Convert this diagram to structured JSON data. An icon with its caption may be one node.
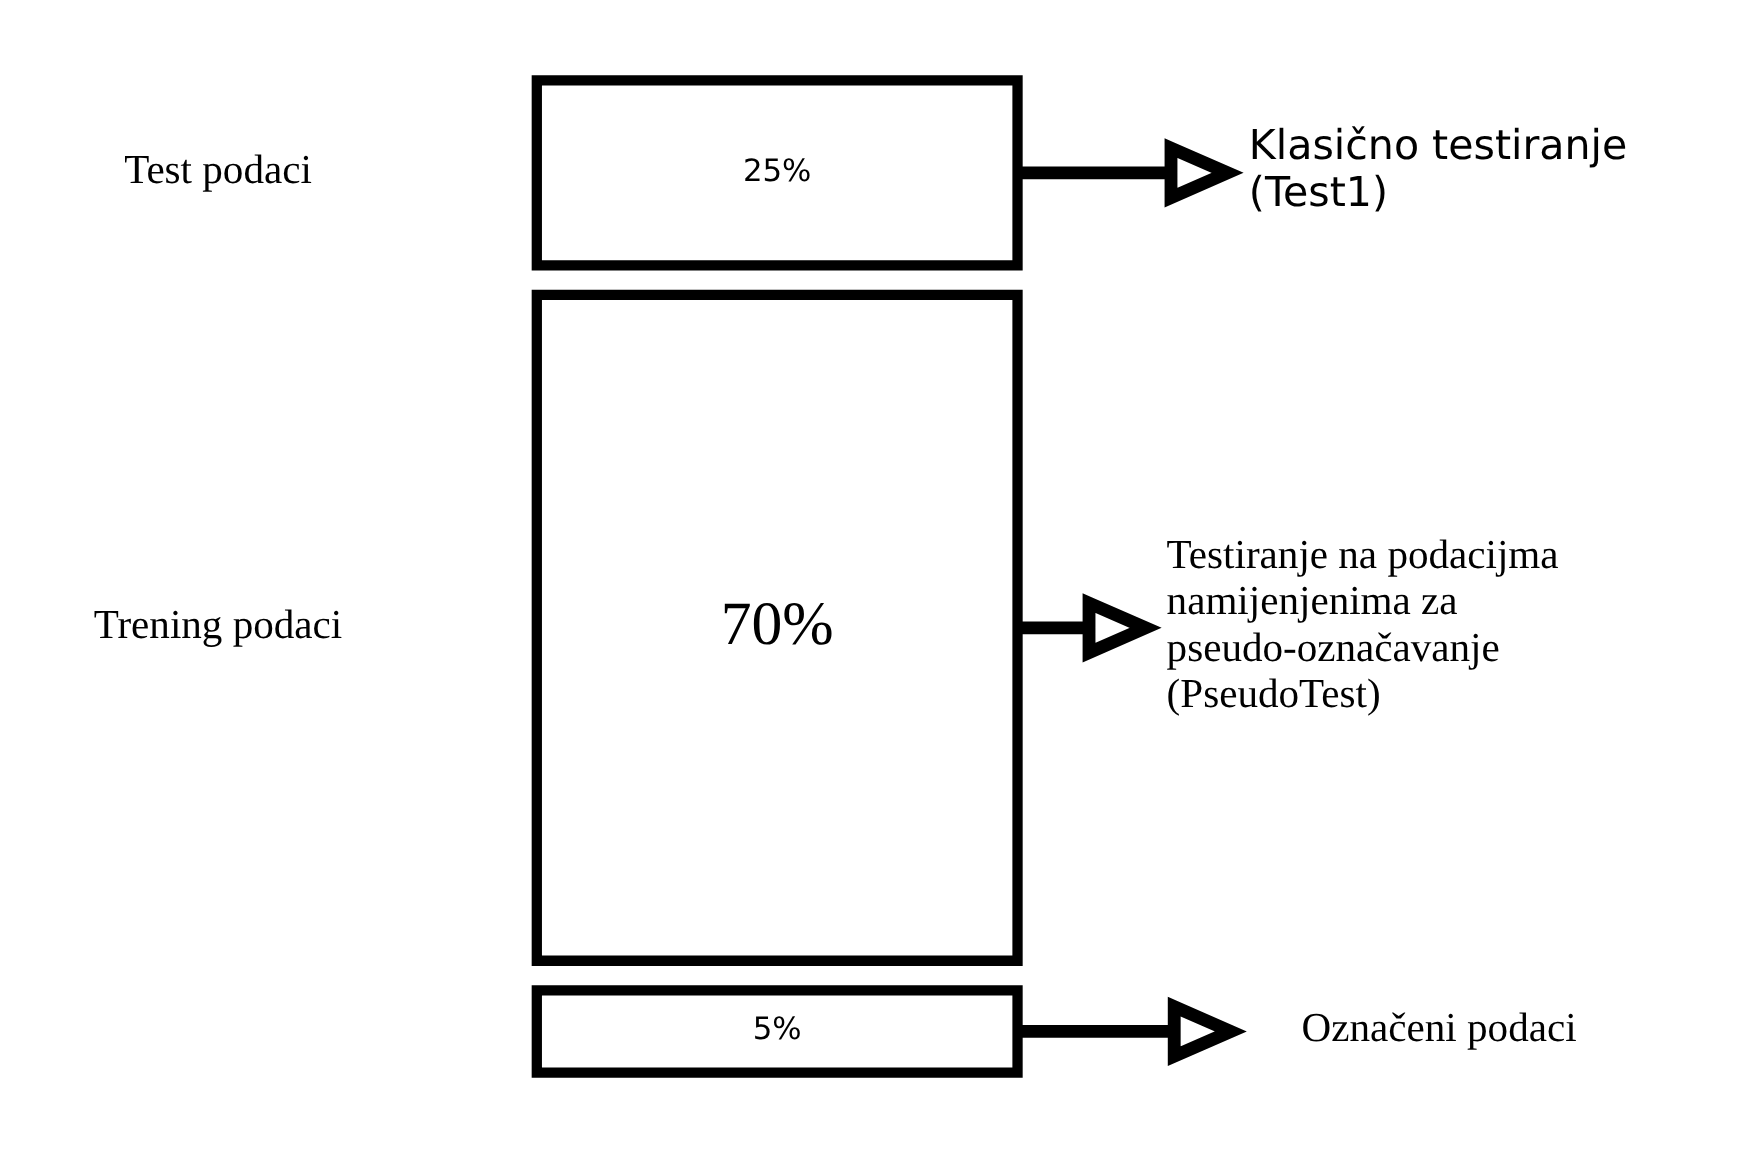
{
  "diagram": {
    "nodes": [
      {
        "text": [
          "5%"
        ]
      },
      {
        "text": [
          "70%"
        ]
      },
      {
        "text": [
          "25%"
        ]
      },
      {
        "text": [
          "Označeni podaci"
        ]
      },
      {
        "text": [
          "Testiranje na podacijma namijenjenima za pseudo-označavanje (PseudoTest)"
        ]
      },
      {
        "text": [
          "Klasično testiranje (Test1)"
        ]
      }
    ],
    "edges": [
      {
        "from": 0,
        "to": 3,
        "arrow": "to"
      },
      {
        "from": 1,
        "to": 4,
        "arrow": "to"
      },
      {
        "from": 2,
        "to": 5,
        "arrow": "to"
      }
    ],
    "labels": [
      "Trening podaci",
      "Test podaci"
    ]
  }
}
